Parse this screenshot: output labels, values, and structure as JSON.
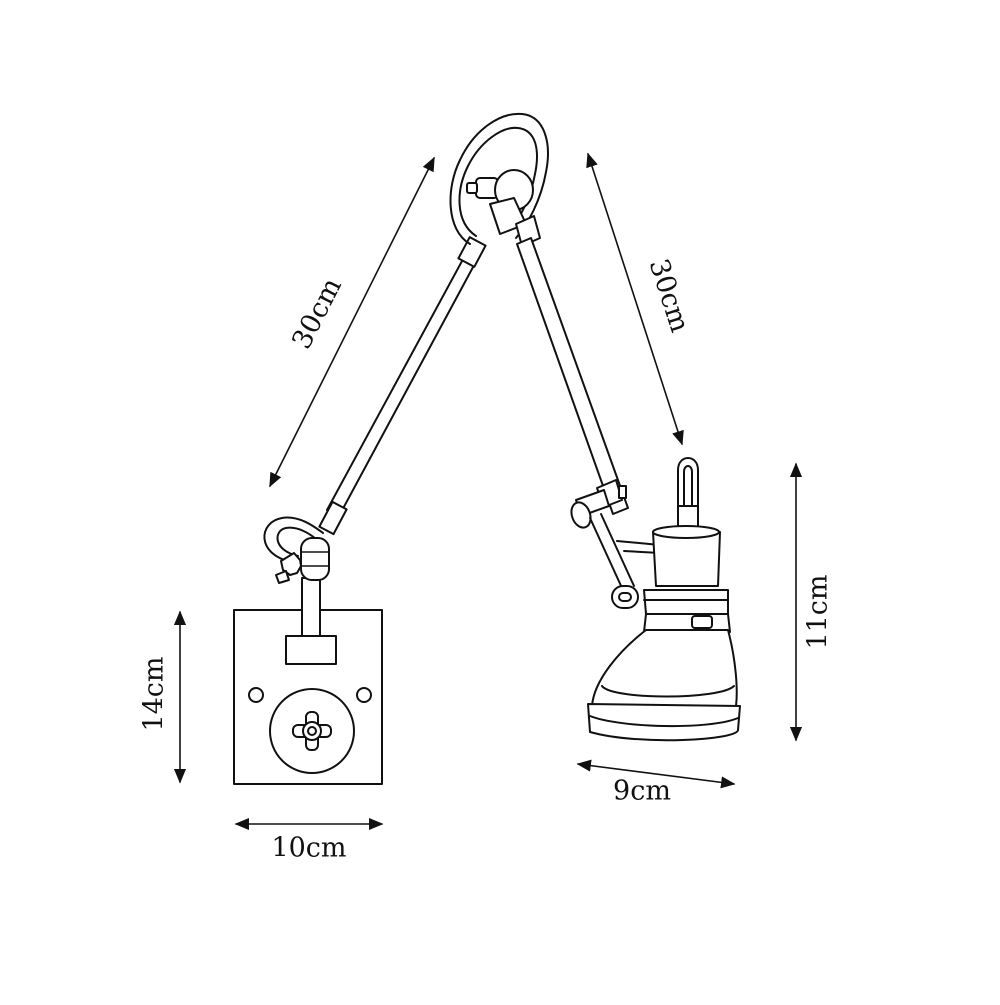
{
  "dimensions": {
    "upper_arm": "30cm",
    "lower_arm": "30cm",
    "base_height": "14cm",
    "base_width": "10cm",
    "shade_height": "11cm",
    "shade_width": "9cm"
  },
  "colors": {
    "stroke": "#111111",
    "background": "#ffffff"
  }
}
